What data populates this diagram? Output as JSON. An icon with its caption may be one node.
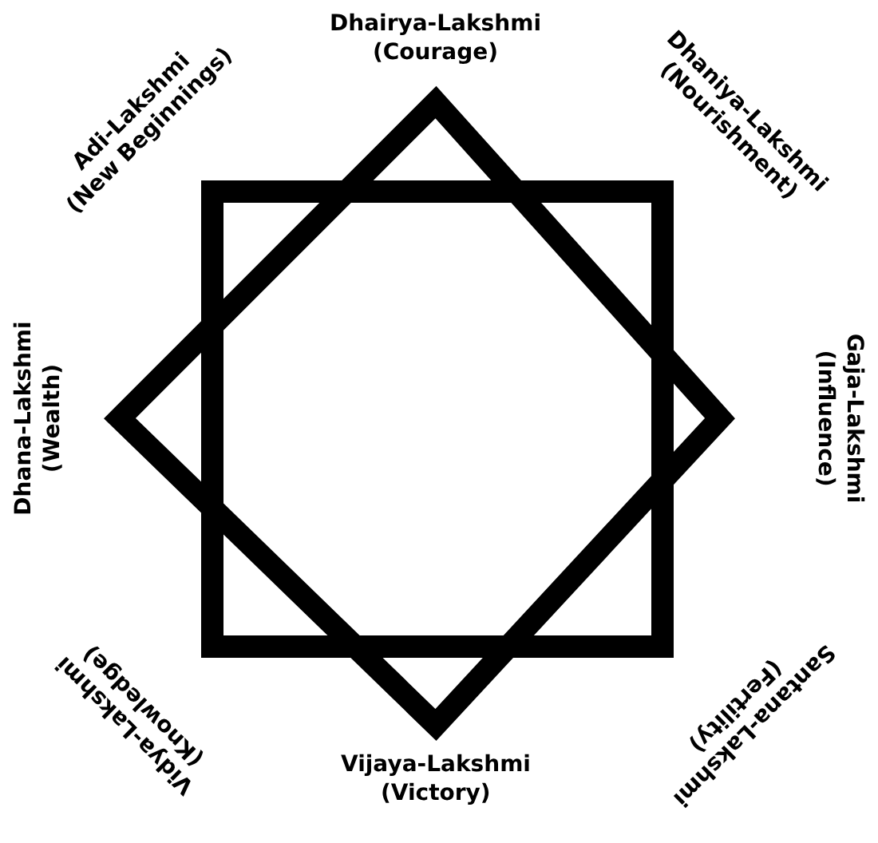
{
  "diagram": {
    "labels": [
      "Dhairya-Lakshmi",
      "(Courage)",
      "Adi-Lakshmi",
      "(New Beginnings)",
      "Dhaniya-Lakshmi",
      "(Nourishment)",
      "Dhana-Lakshmi",
      "(Wealth)",
      "(Influence)",
      "Gaja-Lakshmi",
      "Vidya-Lakshmi",
      "(Knowledge)",
      "Santana-Lakshmi",
      "(Fertility)",
      "Vijaya-Lakshmi",
      "(Victory)"
    ]
  }
}
